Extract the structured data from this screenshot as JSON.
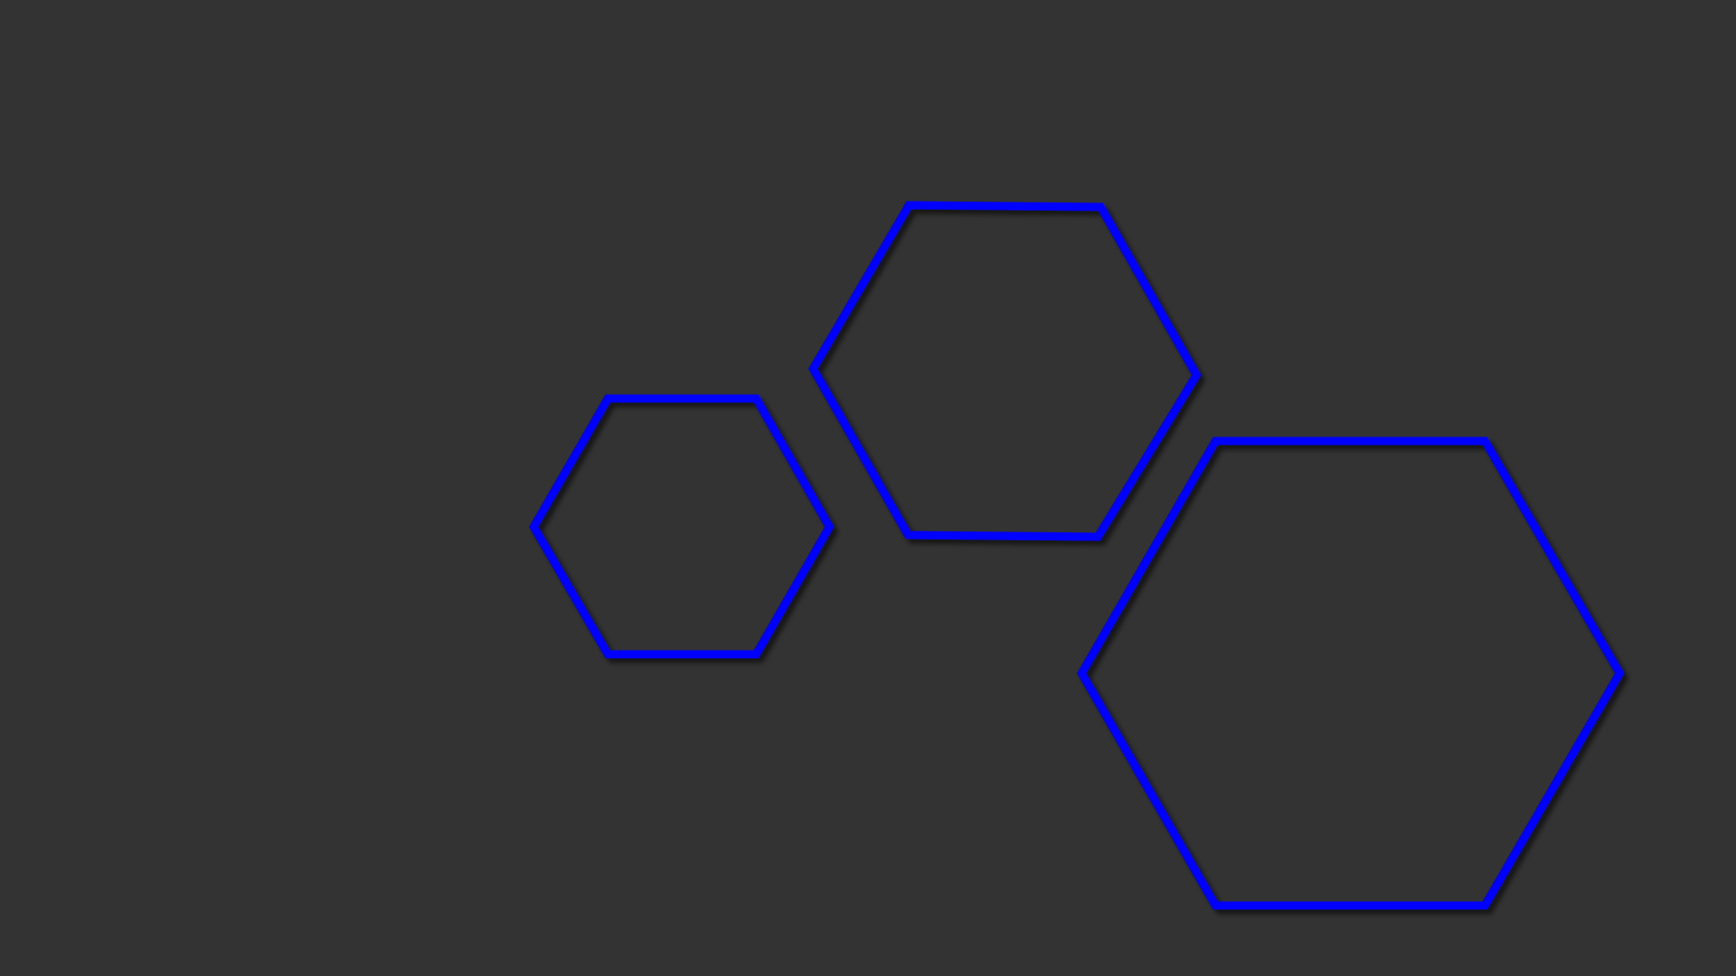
{
  "background_color": "#333333",
  "stroke_color": "#0000ff",
  "shadow_color": "#000000",
  "shapes": [
    {
      "name": "hexagon-small"
    },
    {
      "name": "hexagon-medium"
    },
    {
      "name": "hexagon-large"
    }
  ]
}
